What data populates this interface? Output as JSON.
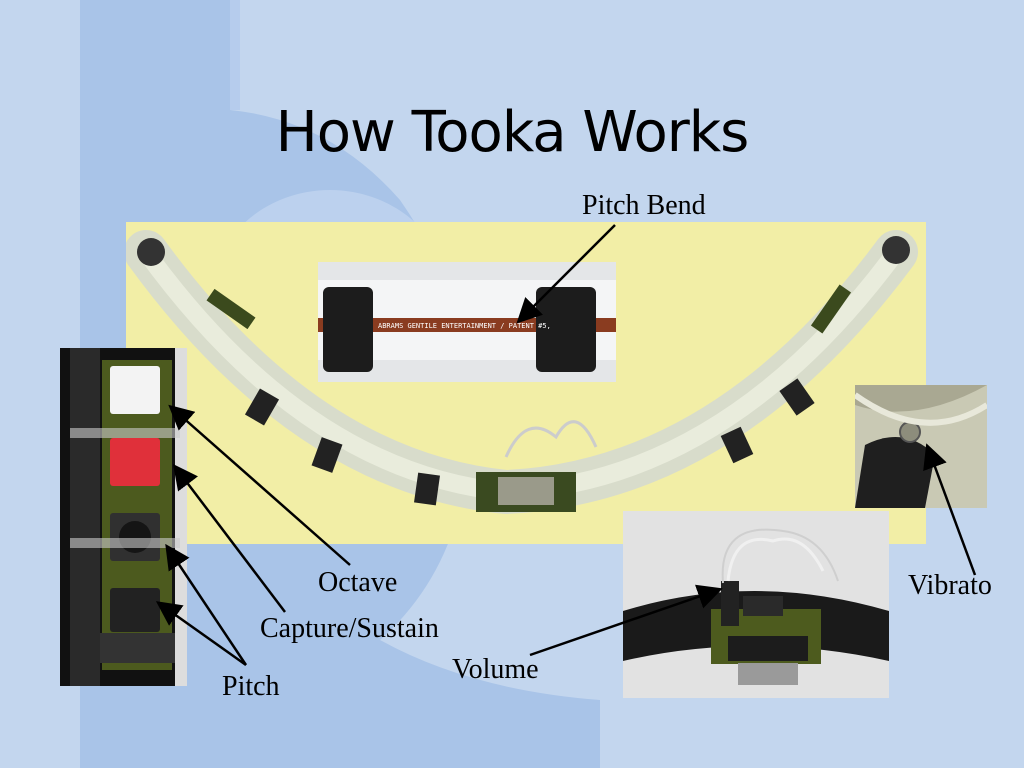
{
  "slide": {
    "title": "How Tooka Works",
    "background_color": "#c3d6ee",
    "accent_color": "#a9c4e8"
  },
  "photos": {
    "main": {
      "description_icon": "tooka-instrument-photo",
      "bg": "#f2eea6"
    },
    "pitch_bend_closeup": {
      "band_text": "ABRAMS GENTILE ENTERTAINMENT / PATENT #5,"
    },
    "buttons_closeup": {
      "icon": "button-strip-photo"
    },
    "vibrato_closeup": {
      "icon": "vibrato-sensor-photo"
    },
    "volume_closeup": {
      "icon": "circuit-board-photo"
    }
  },
  "labels": {
    "pitch_bend": "Pitch Bend",
    "octave": "Octave",
    "capture_sustain": "Capture/Sustain",
    "pitch": "Pitch",
    "volume": "Volume",
    "vibrato": "Vibrato"
  }
}
